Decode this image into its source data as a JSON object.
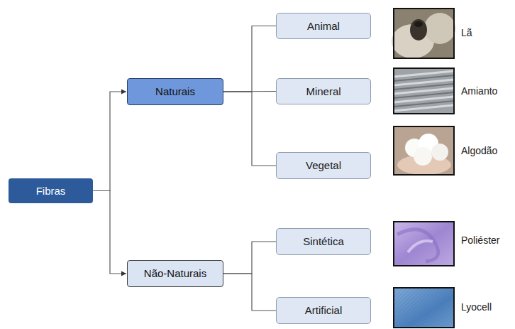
{
  "diagram": {
    "nodes": [
      {
        "text": [
          "Fibras"
        ]
      },
      {
        "text": [
          "Naturais"
        ]
      },
      {
        "text": [
          "Animal"
        ]
      },
      {
        "text": [
          "Mineral"
        ]
      },
      {
        "text": [
          "Vegetal"
        ]
      },
      {
        "text": [
          "Não-Naturais"
        ]
      },
      {
        "text": [
          "Sintética"
        ]
      },
      {
        "text": [
          "Artificial"
        ]
      }
    ],
    "edges": [
      {
        "from": 0,
        "to": 1,
        "arrow": "to"
      },
      {
        "from": 0,
        "to": 5,
        "arrow": "to"
      },
      {
        "from": 1,
        "to": 2,
        "arrow": "none"
      },
      {
        "from": 1,
        "to": 3,
        "arrow": "none"
      },
      {
        "from": 1,
        "to": 4,
        "arrow": "none"
      },
      {
        "from": 5,
        "to": 6,
        "arrow": "none"
      },
      {
        "from": 5,
        "to": 7,
        "arrow": "none"
      }
    ],
    "labels": [
      "Lã",
      "Amianto",
      "Algodão",
      "Poliéster",
      "Lyocell"
    ]
  }
}
